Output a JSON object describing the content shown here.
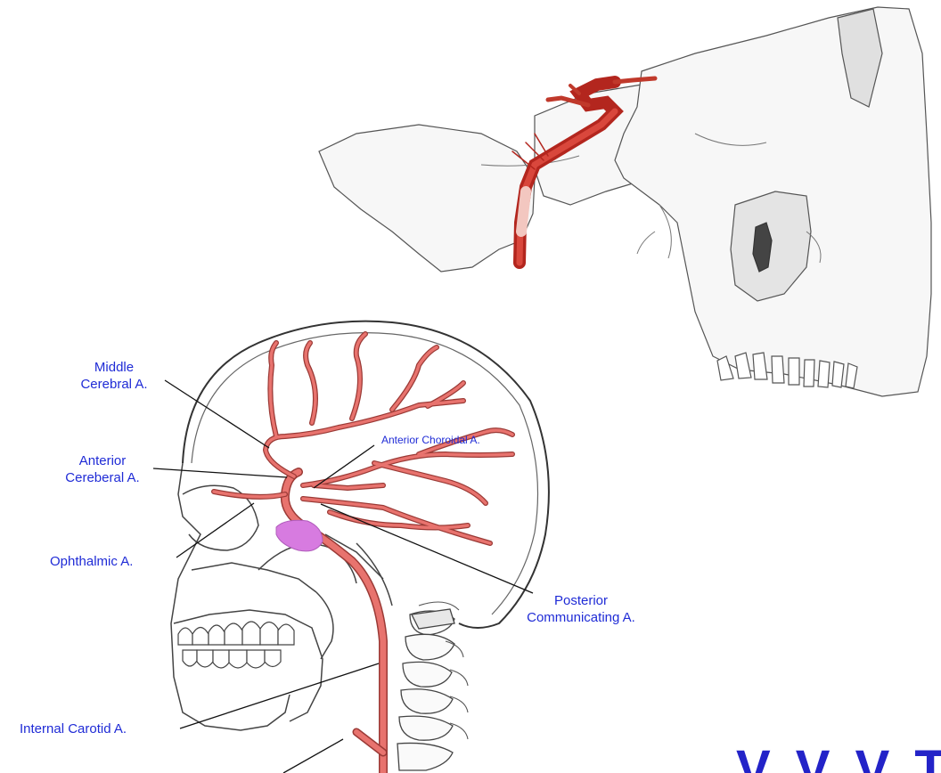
{
  "labels": {
    "middle_cerebral": [
      "Middle",
      "Cerebral A."
    ],
    "anterior_cerebral": [
      "Anterior",
      "Cereberal A."
    ],
    "ophthalmic": "Ophthalmic A.",
    "anterior_choroidal": "Anterior Choroidal A.",
    "posterior_communicating": [
      "Posterior",
      "Communicating A."
    ],
    "internal_carotid": "Internal Carotid A."
  },
  "watermark": "V V V T",
  "colors": {
    "label": "#1f2bd6",
    "artery": "#e8736e",
    "artery_outline": "#9b3a36",
    "pituitary": "#d77be0",
    "bone_line": "#555555",
    "skull_artery_dark": "#b3261e"
  }
}
